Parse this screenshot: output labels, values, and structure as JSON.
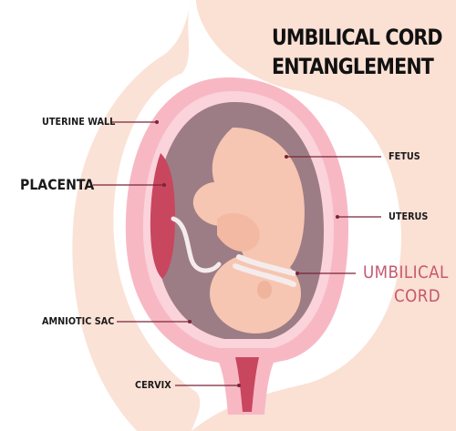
{
  "title": {
    "line1": "UMBILICAL CORD",
    "line2": "ENTANGLEMENT"
  },
  "labels": {
    "uterine_wall": "UTERINE WALL",
    "placenta": "PLACENTA",
    "amniotic_sac": "AMNIOTIC SAC",
    "cervix": "CERVIX",
    "fetus": "FETUS",
    "uterus": "UTERUS",
    "umbilical_cord_line1": "UMBILICAL",
    "umbilical_cord_line2": "CORD"
  },
  "colors": {
    "skin": "#fbe0d4",
    "uterus_wall": "#f7b8c4",
    "uterus_inner": "#fbd3da",
    "sac": "#9a7a82",
    "fetus": "#f6c6b2",
    "placenta": "#c9465f",
    "cord": "#f4ecec",
    "accent_label": "#c5586e",
    "leader_line": "#7a2438"
  }
}
